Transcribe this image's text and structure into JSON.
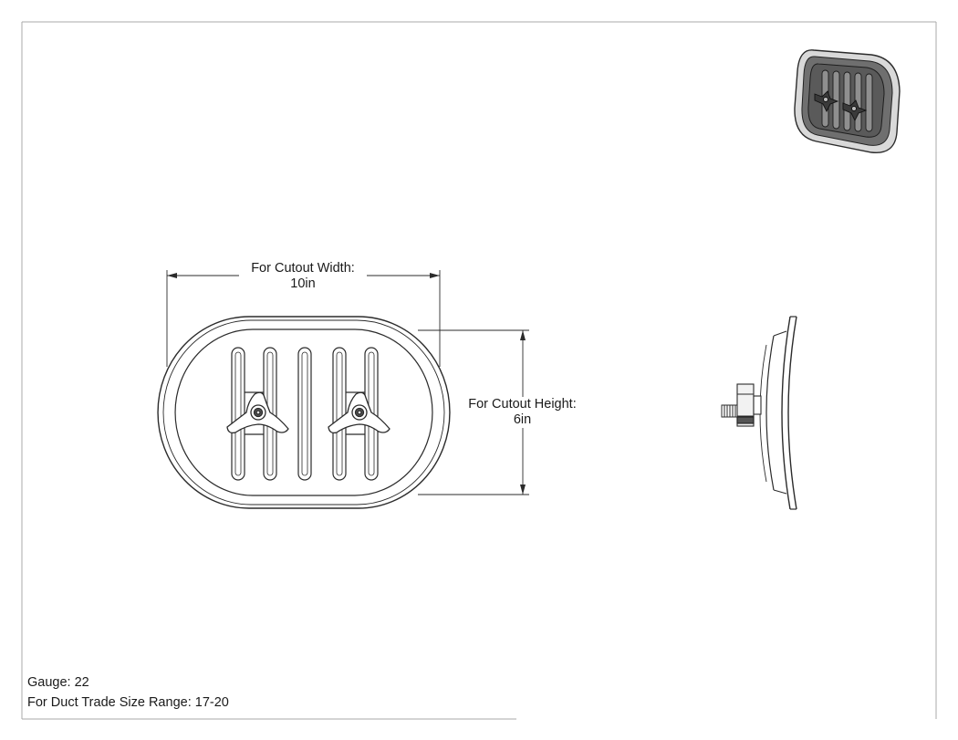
{
  "dimensions": {
    "width": {
      "label": "For Cutout Width:",
      "value": "10in"
    },
    "height": {
      "label": "For Cutout Height:",
      "value": "6in"
    }
  },
  "specs": {
    "gauge": "Gauge: 22",
    "duct_range": "For Duct Trade Size Range: 17-20"
  },
  "views": {
    "isometric": "isometric-view",
    "front": "front-view",
    "side": "side-view"
  },
  "colors": {
    "line": "#2b2b2b",
    "shade_dark": "#4a4a4a",
    "shade_light": "#8a8a8a",
    "border": "#b5b5b5"
  }
}
